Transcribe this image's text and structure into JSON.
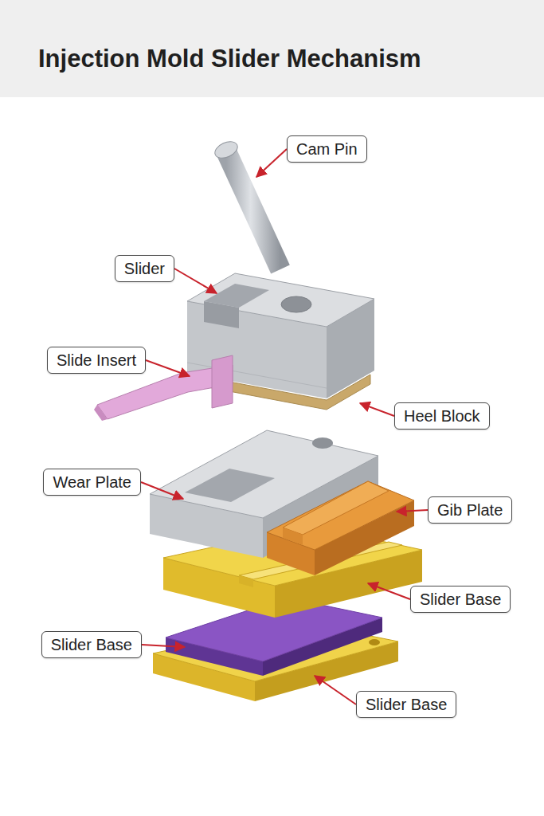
{
  "diagram": {
    "title": "Injection Mold Slider Mechanism",
    "nodes": [
      {
        "text": [
          "Cam Pin"
        ]
      },
      {
        "text": [
          "Slider"
        ]
      },
      {
        "text": [
          "Slide Insert"
        ]
      },
      {
        "text": [
          "Heel Block"
        ]
      },
      {
        "text": [
          "Wear Plate"
        ]
      },
      {
        "text": [
          "Gib Plate"
        ]
      },
      {
        "text": [
          "Slider Base"
        ]
      },
      {
        "text": [
          "Slider Base"
        ]
      },
      {
        "text": [
          "Slider Base"
        ]
      }
    ]
  }
}
